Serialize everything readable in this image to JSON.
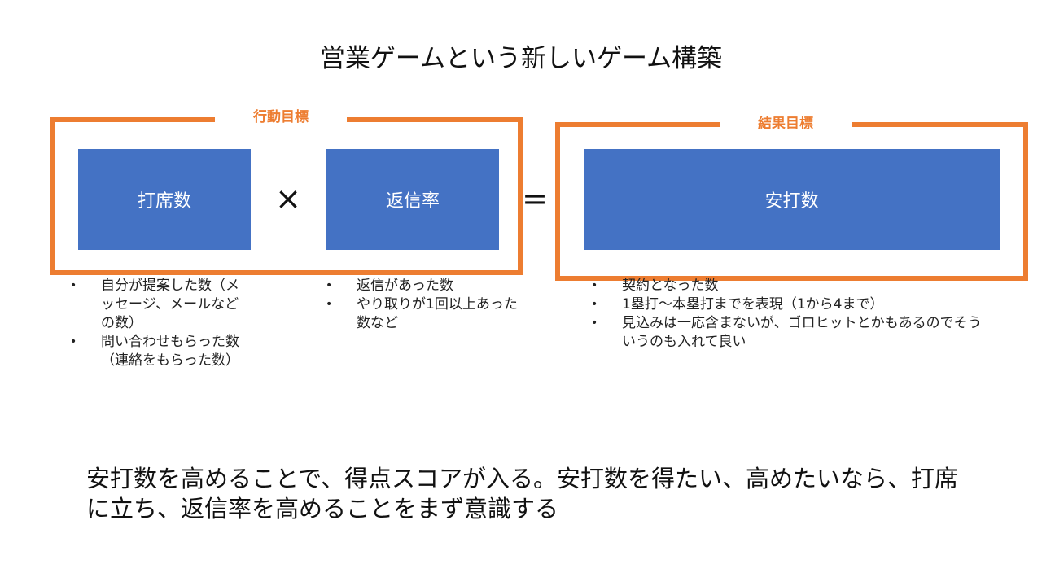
{
  "title": "営業ゲームという新しいゲーム構築",
  "colors": {
    "accent": "#ED7D31",
    "box": "#4472C4"
  },
  "groups": {
    "action": {
      "label": "行動目標"
    },
    "result": {
      "label": "結果目標"
    }
  },
  "boxes": {
    "at_bats": "打席数",
    "reply_rate": "返信率",
    "hits": "安打数"
  },
  "operators": {
    "multiply": "×",
    "equals": "="
  },
  "notes": {
    "at_bats": [
      "自分が提案した数（メッセージ、メールなどの数）",
      "問い合わせもらった数（連絡をもらった数）"
    ],
    "reply_rate": [
      "返信があった数",
      "やり取りが1回以上あった数など"
    ],
    "hits": [
      "契約となった数",
      "1塁打〜本塁打までを表現（1から4まで）",
      "見込みは一応含まないが、ゴロヒットとかもあるのでそういうのも入れて良い"
    ]
  },
  "bottom_text": "安打数を高めることで、得点スコアが入る。安打数を得たい、高めたいなら、打席に立ち、返信率を高めることをまず意識する"
}
